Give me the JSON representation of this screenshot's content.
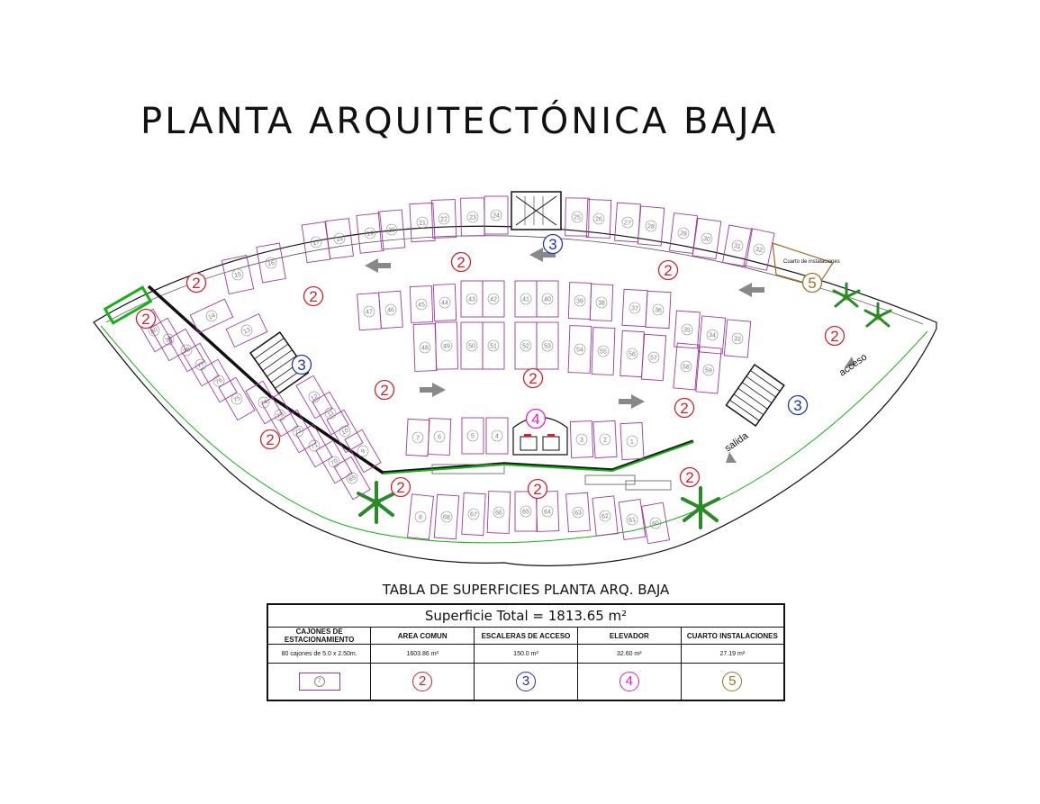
{
  "title": "PLANTA ARQUITECTÓNICA BAJA",
  "colors": {
    "parking": "#a0379e",
    "area_comun": "#d0232a",
    "escaleras": "#2234a8",
    "elevador": "#e01fd8",
    "instalaciones": "#a0702a",
    "green_line": "#18b018",
    "black_line": "#111111"
  },
  "plan": {
    "space_numbers": [
      "1",
      "2",
      "3",
      "4",
      "5",
      "6",
      "7",
      "8",
      "9",
      "10",
      "11",
      "12",
      "13",
      "14",
      "15",
      "16",
      "17",
      "18",
      "19",
      "20",
      "21",
      "22",
      "23",
      "24",
      "25",
      "26",
      "27",
      "28",
      "29",
      "30",
      "31",
      "32",
      "33",
      "34",
      "35",
      "36",
      "37",
      "38",
      "39",
      "40",
      "41",
      "42",
      "43",
      "44",
      "45",
      "46",
      "47",
      "48",
      "49",
      "50",
      "51",
      "52",
      "53",
      "54",
      "55",
      "56",
      "57",
      "58",
      "59",
      "60",
      "61",
      "62",
      "63",
      "64",
      "65",
      "66",
      "67",
      "68",
      "69",
      "70",
      "71",
      "72",
      "73",
      "74",
      "75",
      "76",
      "77",
      "78",
      "79",
      "80"
    ],
    "zone_markers": [
      {
        "num": "2",
        "zone": "area_comun"
      },
      {
        "num": "2",
        "zone": "area_comun"
      },
      {
        "num": "2",
        "zone": "area_comun"
      },
      {
        "num": "2",
        "zone": "area_comun"
      },
      {
        "num": "2",
        "zone": "area_comun"
      },
      {
        "num": "2",
        "zone": "area_comun"
      },
      {
        "num": "2",
        "zone": "area_comun"
      },
      {
        "num": "2",
        "zone": "area_comun"
      },
      {
        "num": "2",
        "zone": "area_comun"
      },
      {
        "num": "2",
        "zone": "area_comun"
      },
      {
        "num": "2",
        "zone": "area_comun"
      },
      {
        "num": "2",
        "zone": "area_comun"
      },
      {
        "num": "2",
        "zone": "area_comun"
      },
      {
        "num": "3",
        "zone": "escaleras"
      },
      {
        "num": "3",
        "zone": "escaleras"
      },
      {
        "num": "3",
        "zone": "escaleras"
      },
      {
        "num": "4",
        "zone": "elevador"
      },
      {
        "num": "5",
        "zone": "instalaciones"
      }
    ],
    "labels": {
      "salida": "salida",
      "acceso": "acceso",
      "cuarto": "Cuarto de instalaciones"
    }
  },
  "table": {
    "title": "TABLA DE SUPERFICIES PLANTA ARQ. BAJA",
    "total": "Superficie Total = 1813.65 m²",
    "headers": [
      "CAJONES DE ESTACIONAMIENTO",
      "AREA COMUN",
      "ESCALERAS DE ACCESO",
      "ELEVADOR",
      "CUARTO INSTALACIONES"
    ],
    "areas": [
      "80 cajones de 5.0 x 2.50m.",
      "1603.86 m²",
      "150.0 m²",
      "32.60 m²",
      "27.19 m²"
    ],
    "symbols": {
      "parking_sample": "7",
      "area_comun": "2",
      "escaleras": "3",
      "elevador": "4",
      "instalaciones": "5"
    }
  }
}
